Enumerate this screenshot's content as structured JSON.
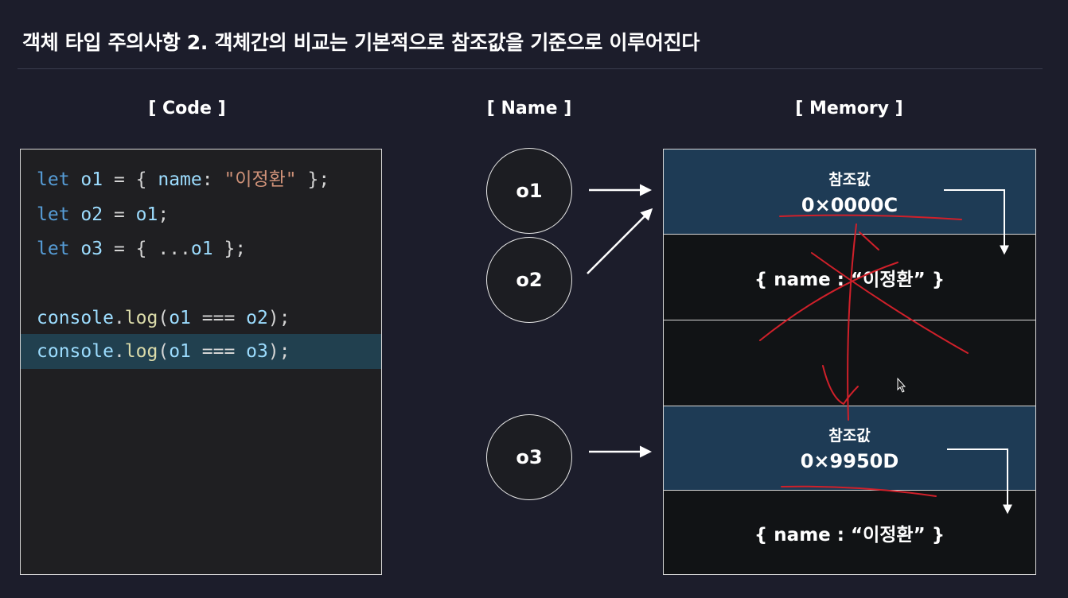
{
  "title": "객체 타입 주의사항 2.  객체간의 비교는 기본적으로 참조값을 기준으로 이루어진다",
  "headings": {
    "code": "[ Code ]",
    "name": "[ Name ]",
    "memory": "[ Memory ]"
  },
  "code": {
    "line1": {
      "kw": "let",
      "var": "o1",
      "eq": " = { ",
      "key": "name",
      "colon": ": ",
      "str": "\"이정환\"",
      "end": " };"
    },
    "line2": {
      "kw": "let",
      "var": "o2",
      "eq": " = ",
      "ref": "o1",
      "end": ";"
    },
    "line3": {
      "kw": "let",
      "var": "o3",
      "eq": " = { ...",
      "ref": "o1",
      "end": " };"
    },
    "line4": {
      "obj": "console",
      "dot": ".",
      "fn": "log",
      "open": "(",
      "a": "o1",
      "op": " === ",
      "b": "o2",
      "close": ");"
    },
    "line5": {
      "obj": "console",
      "dot": ".",
      "fn": "log",
      "open": "(",
      "a": "o1",
      "op": " === ",
      "b": "o3",
      "close": ");"
    }
  },
  "names": {
    "o1": "o1",
    "o2": "o2",
    "o3": "o3"
  },
  "memory": {
    "ref1": {
      "label": "참조값",
      "address": "0×0000C"
    },
    "obj1": "{ name : “이정환” }",
    "ref2": {
      "label": "참조값",
      "address": "0×9950D"
    },
    "obj2": "{ name : “이정환” }"
  },
  "colors": {
    "background": "#1c1d2b",
    "ref_cell": "#1e3b55",
    "highlight_line": "#21404f",
    "annotation": "#d0202a"
  }
}
